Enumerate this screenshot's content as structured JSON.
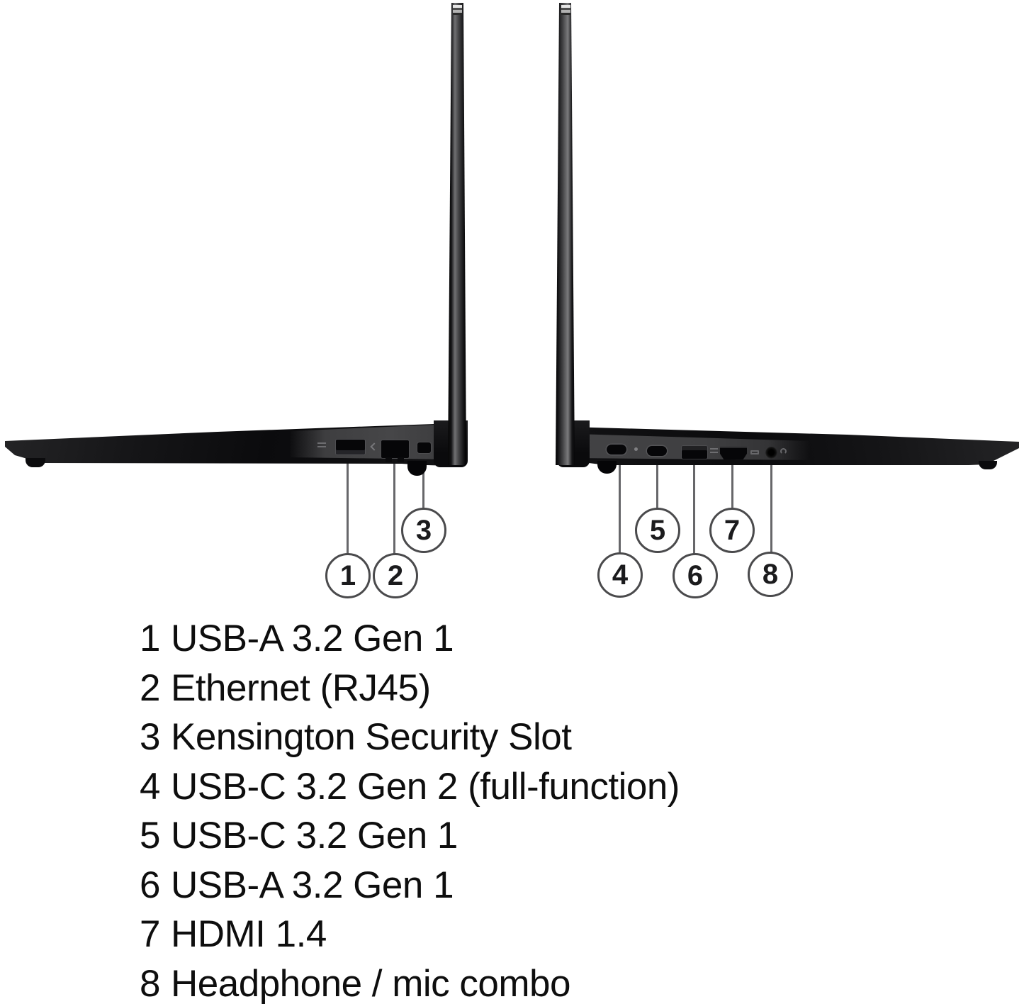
{
  "diagram": {
    "description": "Laptop left and right side views with numbered port callouts",
    "ports": [
      {
        "number": "1",
        "label": "USB-A 3.2 Gen 1",
        "laptop_side": "left"
      },
      {
        "number": "2",
        "label": "Ethernet (RJ45)",
        "laptop_side": "left"
      },
      {
        "number": "3",
        "label": "Kensington Security Slot",
        "laptop_side": "left"
      },
      {
        "number": "4",
        "label": "USB-C 3.2 Gen 2 (full-function)",
        "laptop_side": "right"
      },
      {
        "number": "5",
        "label": "USB-C 3.2 Gen 1",
        "laptop_side": "right"
      },
      {
        "number": "6",
        "label": "USB-A 3.2 Gen 1",
        "laptop_side": "right"
      },
      {
        "number": "7",
        "label": "HDMI 1.4",
        "laptop_side": "right"
      },
      {
        "number": "8",
        "label": "Headphone / mic combo",
        "laptop_side": "right"
      }
    ],
    "icons": {
      "usb-speed-mark": "double-bar",
      "ethernet-mark": "chevron",
      "led-indicator": "dot",
      "hdmi-mark": "small-rect",
      "headset-mark": "ring"
    },
    "colors": {
      "background": "#ffffff",
      "chassis_dark": "#0b0b0d",
      "port_face_gray": "#424244",
      "callout_line": "#67676a",
      "circle_stroke": "#4a4a4c",
      "text": "#0e0e0e"
    }
  }
}
